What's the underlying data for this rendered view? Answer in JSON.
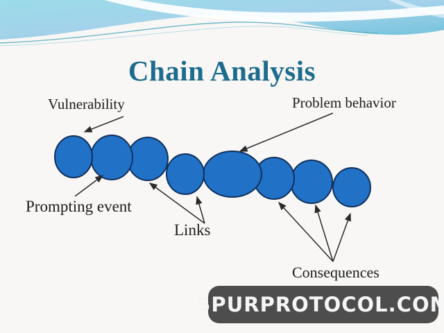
{
  "slide": {
    "title": "Chain Analysis",
    "diagram": {
      "type": "chain-diagram",
      "chain": {
        "shape_count": 8,
        "description": "overlapping blue ellipses forming a chain"
      },
      "labels": {
        "vulnerability": "Vulnerability",
        "problem_behavior": "Problem behavior",
        "prompting_event": "Prompting event",
        "links": "Links",
        "consequences": "Consequences"
      }
    },
    "watermark": {
      "text": "SPURPROTOCOL.COM"
    },
    "colors": {
      "title_text": "#1d6b8d",
      "label_text": "#1c1c1c",
      "circle_fill": "#2171c7",
      "circle_stroke": "#10305c",
      "arrow": "#2a2a2a",
      "watermark_bg": "#4d4d4d",
      "watermark_text": "#f5f5f5",
      "wave_blue_light": "#96d9e7",
      "wave_blue_deep": "#7cc3de",
      "slide_background": "#f8f7f5"
    }
  }
}
